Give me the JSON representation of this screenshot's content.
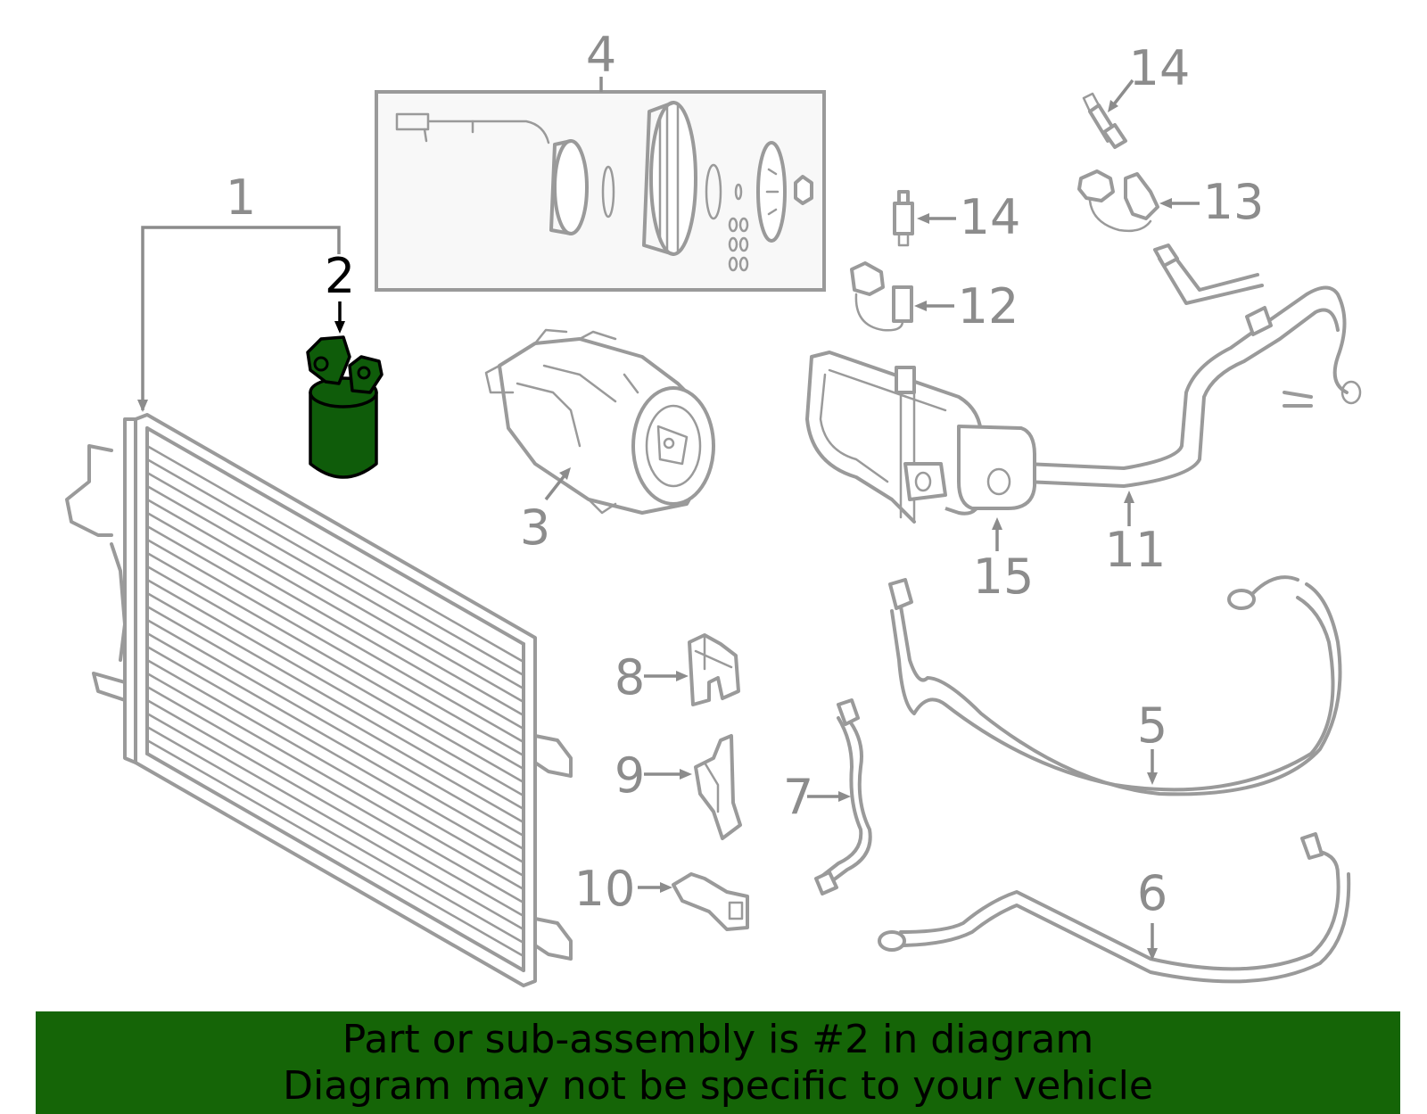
{
  "callouts": {
    "c1": "1",
    "c2": "2",
    "c3": "3",
    "c4": "4",
    "c5": "5",
    "c6": "6",
    "c7": "7",
    "c8": "8",
    "c9": "9",
    "c10": "10",
    "c11": "11",
    "c12": "12",
    "c13": "13",
    "c14a": "14",
    "c14b": "14",
    "c15": "15"
  },
  "highlighted_part": "2",
  "colors": {
    "highlight_fill": "#0f5c0a",
    "banner_background": "#156507",
    "line_art": "#9a9a9a",
    "callout_text": "#8c8c8c"
  },
  "banner": {
    "line1": "Part or sub-assembly is #2 in diagram",
    "line2": "Diagram may not be specific to your vehicle"
  }
}
